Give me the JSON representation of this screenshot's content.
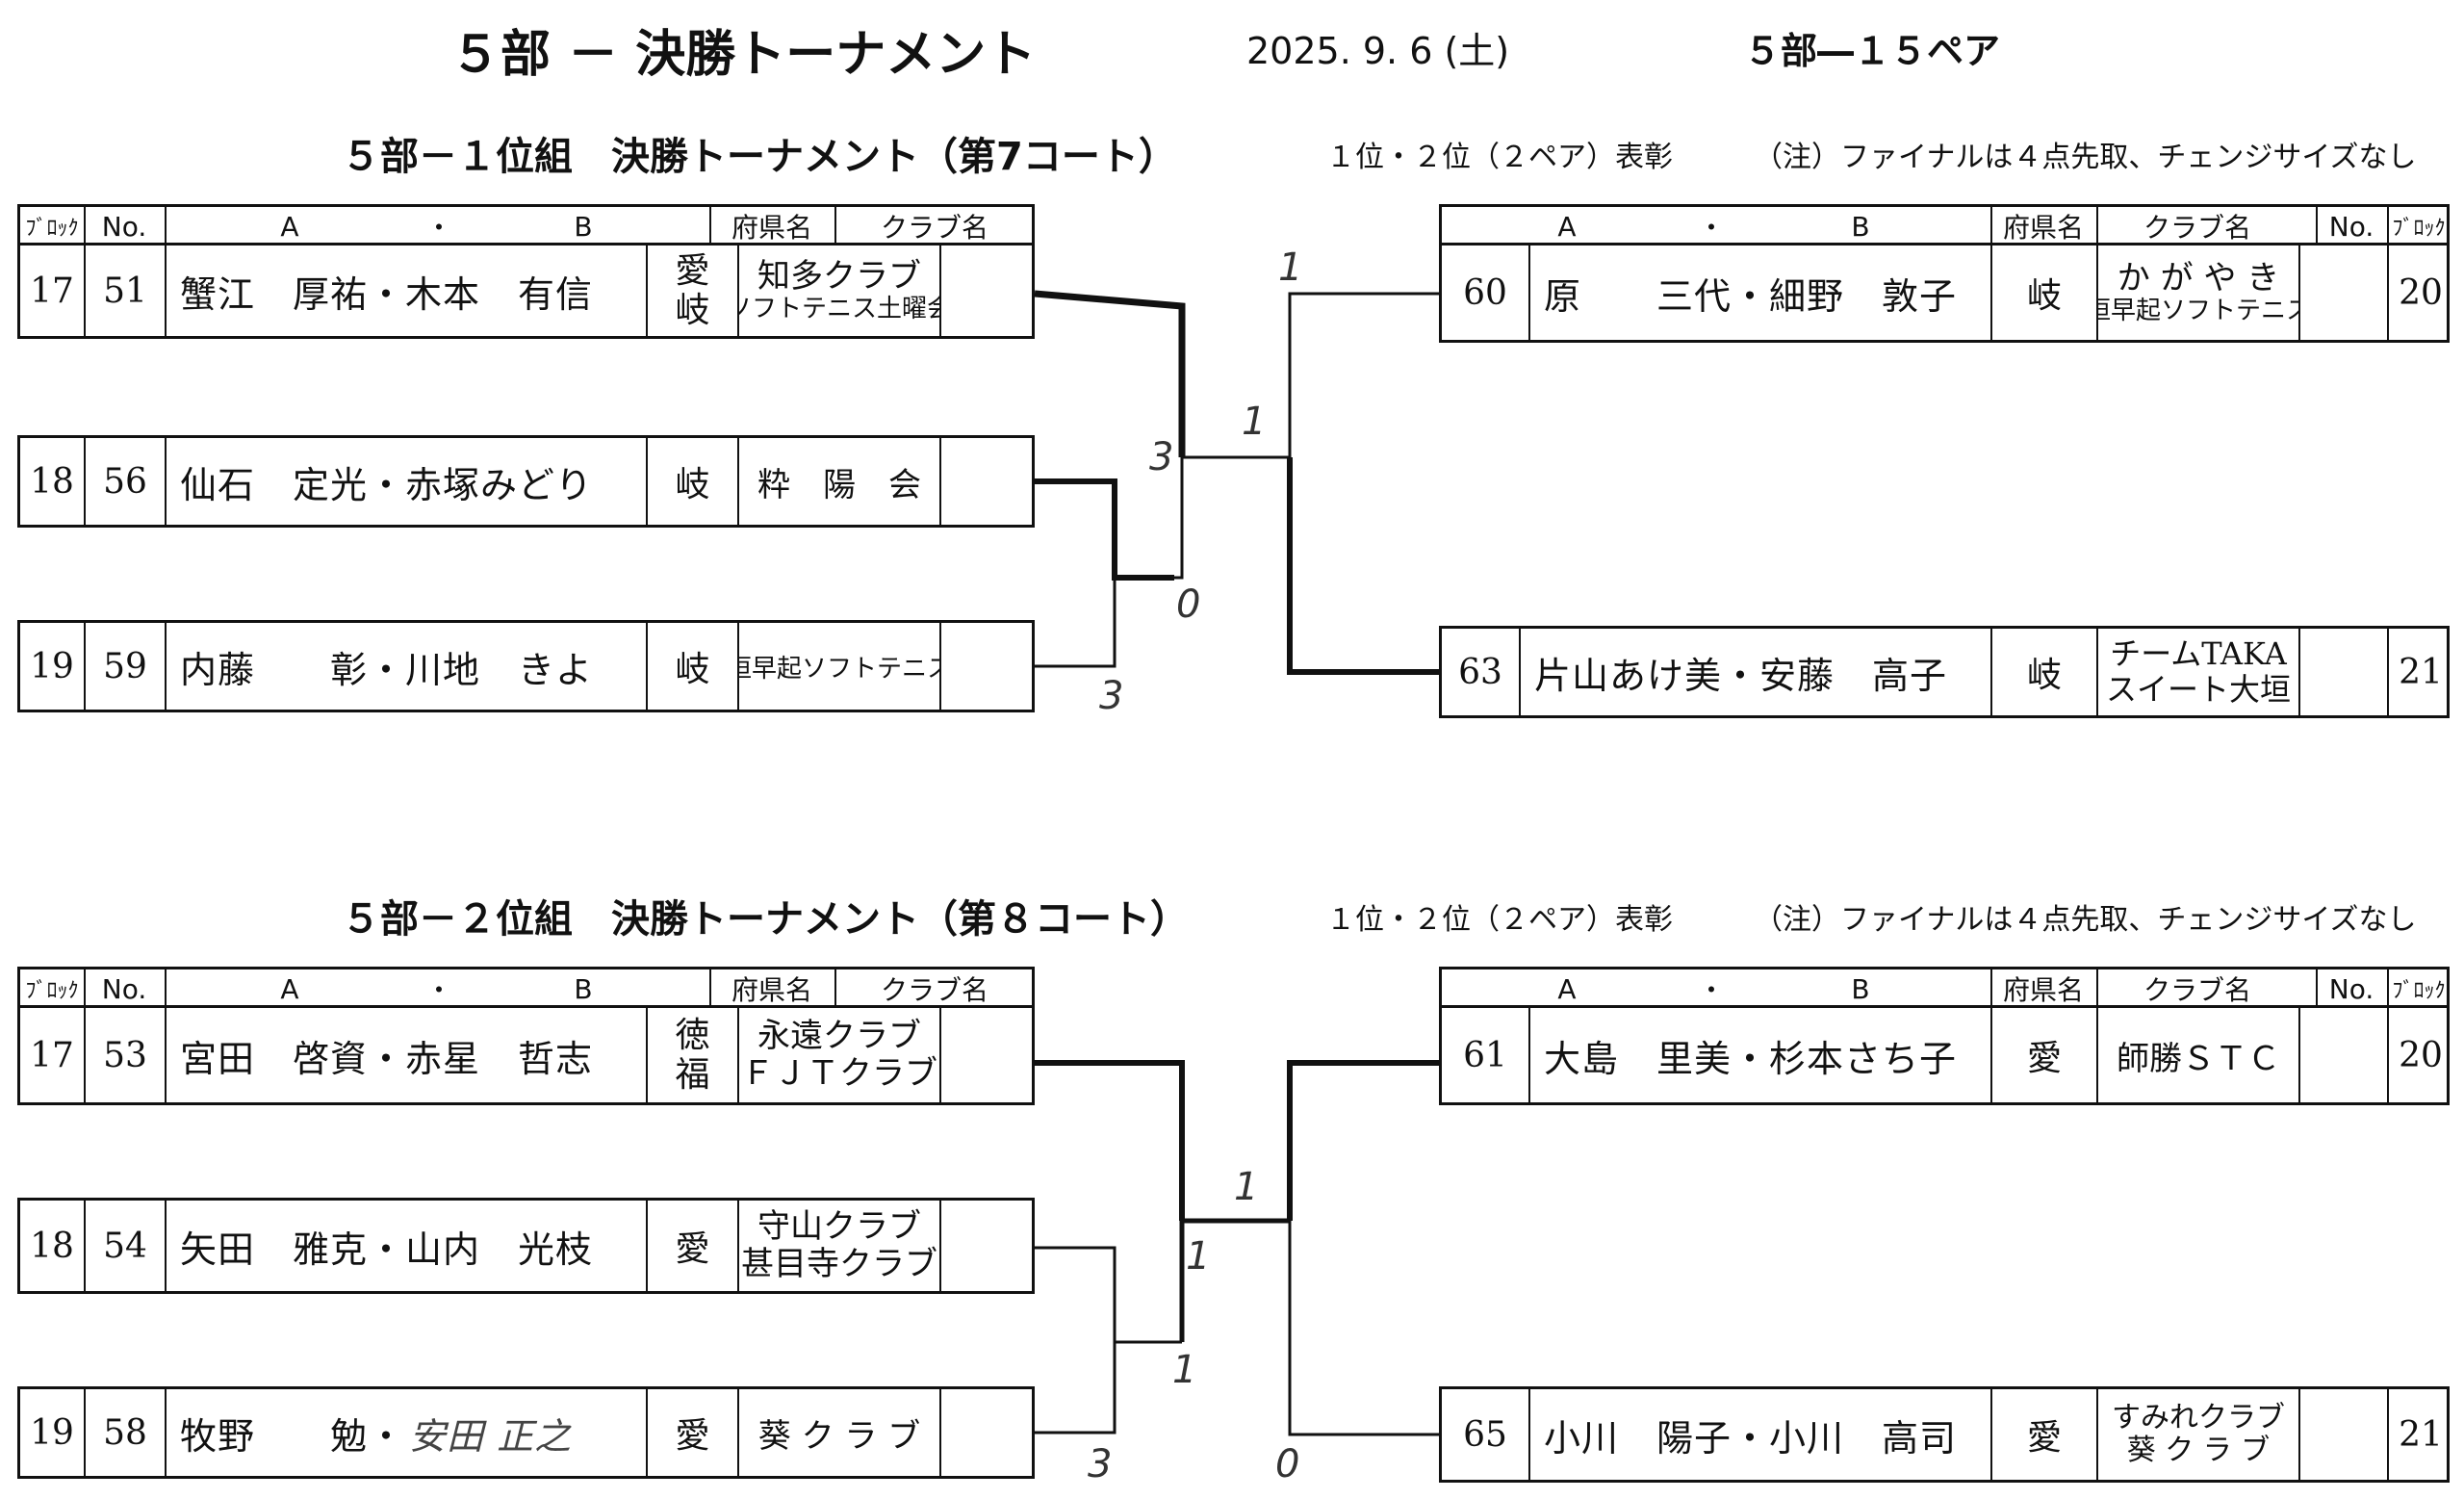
{
  "header": {
    "title": "５部 － 決勝トーナメント",
    "date": "2025. 9. 6 (土)",
    "pairs": "５部―１５ペア"
  },
  "columns": {
    "block": "ﾌﾞﾛｯｸ",
    "no": "No.",
    "a": "A",
    "dot": "・",
    "b": "B",
    "pref": "府県名",
    "club": "クラブ名"
  },
  "sections": [
    {
      "title": "５部－１位組　決勝トーナメント（第7コート）",
      "award": "１位・２位（２ペア）表彰",
      "note": "（注）ファイナルは４点先取、チェンジサイズなし",
      "left": [
        {
          "block": "17",
          "no": "51",
          "names": "蟹江　厚祐・木本　有信",
          "pref1": "愛",
          "pref2": "岐",
          "club1": "知多クラブ",
          "club2": "ソフトテニス土曜会"
        },
        {
          "block": "18",
          "no": "56",
          "names": "仙石　定光・赤塚みどり",
          "pref1": "岐",
          "pref2": "",
          "club1": "粋　陽　会",
          "club2": ""
        },
        {
          "block": "19",
          "no": "59",
          "names": "内藤　　彰・川地　きよ",
          "pref1": "岐",
          "pref2": "",
          "club1": "大垣早起ソフトテニス会",
          "club2": ""
        }
      ],
      "right": [
        {
          "block": "20",
          "no": "60",
          "names": "原　　三代・細野　敦子",
          "pref1": "岐",
          "club1": "か が や き",
          "club2": "大垣早起ソフトテニス会"
        },
        {
          "block": "21",
          "no": "63",
          "names": "片山あけ美・安藤　高子",
          "pref1": "岐",
          "club1": "チームTAKA",
          "club2": "スイート大垣"
        }
      ],
      "scores": {
        "s1": "1",
        "s2": "3",
        "s3": "1",
        "s4": "0",
        "s5": "3"
      }
    },
    {
      "title": "５部－２位組　決勝トーナメント（第８コート）",
      "award": "１位・２位（２ペア）表彰",
      "note": "（注）ファイナルは４点先取、チェンジサイズなし",
      "left": [
        {
          "block": "17",
          "no": "53",
          "names": "宮田　啓資・赤星　哲志",
          "pref1": "徳",
          "pref2": "福",
          "club1": "永遠クラブ",
          "club2": "ＦＪＴクラブ"
        },
        {
          "block": "18",
          "no": "54",
          "names": "矢田　雅克・山内　光枝",
          "pref1": "愛",
          "pref2": "",
          "club1": "守山クラブ",
          "club2": "甚目寺クラブ"
        },
        {
          "block": "19",
          "no": "58",
          "names": "牧野　　勉・",
          "names_hand": "安田 正之",
          "pref1": "愛",
          "pref2": "",
          "club1": "葵 ク ラ ブ",
          "club2": ""
        }
      ],
      "right": [
        {
          "block": "20",
          "no": "61",
          "names": "大島　里美・杉本さち子",
          "pref1": "愛",
          "club1": "師勝ＳＴＣ",
          "club2": ""
        },
        {
          "block": "21",
          "no": "65",
          "names": "小川　陽子・小川　高司",
          "pref1": "愛",
          "club1": "すみれクラブ",
          "club2": "葵 ク ラ ブ"
        }
      ],
      "scores": {
        "s1": "1",
        "s2": "1",
        "s3": "1",
        "s4": "3",
        "s5": "0"
      }
    }
  ]
}
